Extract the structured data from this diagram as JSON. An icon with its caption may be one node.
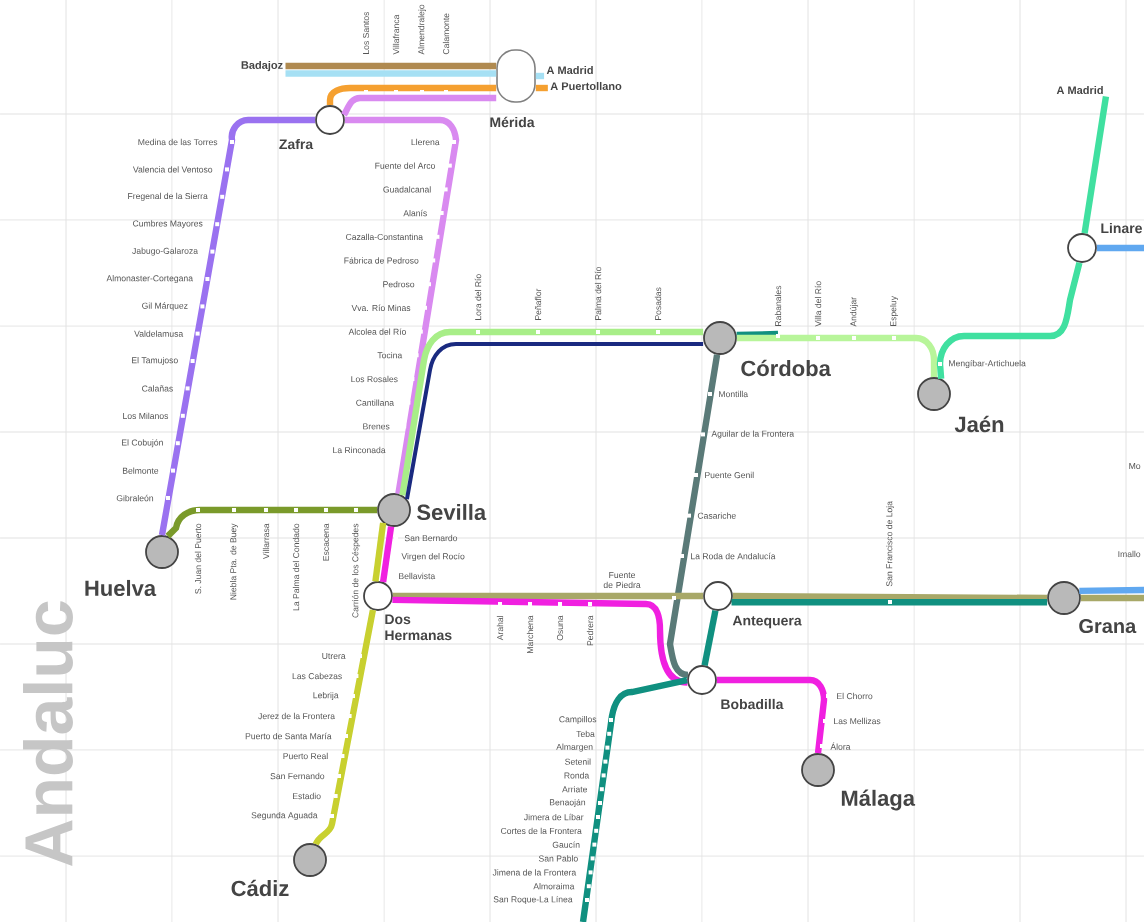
{
  "diagram": {
    "nodes": [
      {
        "text": [
          "Badajoz"
        ]
      },
      {
        "text": [
          "Mérida"
        ]
      },
      {
        "text": [
          "A Madrid"
        ]
      },
      {
        "text": [
          "A Puertollano"
        ]
      },
      {
        "text": [
          "Zafra"
        ]
      },
      {
        "text": [
          "Huelva"
        ]
      },
      {
        "text": [
          "Sevilla"
        ]
      },
      {
        "text": [
          "Dos Hermanas"
        ]
      },
      {
        "text": [
          "Cádiz"
        ]
      },
      {
        "text": [
          "Córdoba"
        ]
      },
      {
        "text": [
          "Jaén"
        ]
      },
      {
        "text": [
          "Linare"
        ]
      },
      {
        "text": [
          "A Madrid"
        ]
      },
      {
        "text": [
          "Antequera"
        ]
      },
      {
        "text": [
          "Bobadilla"
        ]
      },
      {
        "text": [
          "Málaga"
        ]
      },
      {
        "text": [
          "Grana"
        ]
      },
      {
        "text": [
          "Rabanales"
        ]
      }
    ],
    "edges": [
      {
        "from": 0,
        "to": 1,
        "arrow": "none",
        "color": "#b08a50"
      },
      {
        "from": 0,
        "to": 1,
        "arrow": "none",
        "color": "#a6e0f4"
      },
      {
        "from": 1,
        "to": 2,
        "arrow": "none",
        "color": "#a6e0f4"
      },
      {
        "from": 4,
        "to": 1,
        "arrow": "none",
        "color": "#f5a030"
      },
      {
        "from": 1,
        "to": 3,
        "arrow": "none",
        "color": "#f5a030"
      },
      {
        "from": 4,
        "to": 1,
        "arrow": "none",
        "color": "#d98af0"
      },
      {
        "from": 4,
        "to": 5,
        "arrow": "none",
        "color": "#9a72f0"
      },
      {
        "from": 4,
        "to": 6,
        "arrow": "none",
        "color": "#d98af0"
      },
      {
        "from": 5,
        "to": 6,
        "arrow": "none",
        "color": "#7a9a2a"
      },
      {
        "from": 6,
        "to": 9,
        "arrow": "none",
        "color": "#a8ee88"
      },
      {
        "from": 6,
        "to": 9,
        "arrow": "none",
        "color": "#1a2a80"
      },
      {
        "from": 9,
        "to": 17,
        "arrow": "none",
        "color": "#109080"
      },
      {
        "from": 9,
        "to": 10,
        "arrow": "none",
        "color": "#b8f59a"
      },
      {
        "from": 10,
        "to": 11,
        "arrow": "none",
        "color": "#40e0a0"
      },
      {
        "from": 11,
        "to": 12,
        "arrow": "none",
        "color": "#40e0a0"
      },
      {
        "from": 11,
        "to": null,
        "arrow": "none",
        "color": "#60a8f0"
      },
      {
        "from": 9,
        "to": 14,
        "arrow": "none",
        "color": "#5a7a78"
      },
      {
        "from": 6,
        "to": 7,
        "arrow": "none",
        "color": "#f020e0"
      },
      {
        "from": 6,
        "to": 7,
        "arrow": "none",
        "color": "#c8d030"
      },
      {
        "from": 7,
        "to": 8,
        "arrow": "none",
        "color": "#c8d030"
      },
      {
        "from": 7,
        "to": 13,
        "arrow": "none",
        "color": "#a8a868"
      },
      {
        "from": 7,
        "to": 14,
        "arrow": "none",
        "color": "#f020e0"
      },
      {
        "from": 13,
        "to": 16,
        "arrow": "none",
        "color": "#a8a868"
      },
      {
        "from": 13,
        "to": 16,
        "arrow": "none",
        "color": "#109080"
      },
      {
        "from": 13,
        "to": 14,
        "arrow": "none",
        "color": "#109080"
      },
      {
        "from": 14,
        "to": 15,
        "arrow": "none",
        "color": "#f020e0"
      },
      {
        "from": 14,
        "to": null,
        "arrow": "none",
        "color": "#109080"
      },
      {
        "from": 16,
        "to": null,
        "arrow": "none",
        "color": "#60a8f0"
      },
      {
        "from": 16,
        "to": null,
        "arrow": "none",
        "color": "#a8a868"
      }
    ],
    "labels": [
      "Los Santos",
      "Villafranca",
      "Almendralejo",
      "Calamonte",
      "Medina de las Torres",
      "Valencia del Ventoso",
      "Fregenal de la Sierra",
      "Cumbres Mayores",
      "Jabugo-Galaroza",
      "Almonaster-Cortegana",
      "Gil Márquez",
      "Valdelamusa",
      "El Tamujoso",
      "Calañas",
      "Los Milanos",
      "El Cobujón",
      "Belmonte",
      "Gibraleón",
      "Llerena",
      "Fuente del Arco",
      "Guadalcanal",
      "Alanís",
      "Cazalla-Constantina",
      "Fábrica de Pedroso",
      "Pedroso",
      "Vva. Río Minas",
      "Alcolea del Río",
      "Tocina",
      "Los Rosales",
      "Cantillana",
      "Brenes",
      "La Rinconada",
      "Lora del Río",
      "Peñaflor",
      "Palma del Río",
      "Posadas",
      "Villa del Río",
      "Andújar",
      "Espeluy",
      "Mengíbar-Artichuela",
      "S. Juan del Puerto",
      "Niebla Pta. de Buey",
      "Villarrasa",
      "La Palma del Condado",
      "Escacena",
      "Carrión de los Céspedes",
      "San Bernardo",
      "Virgen del Rocío",
      "Bellavista",
      "Arahal",
      "Marchena",
      "Osuna",
      "Pedrera",
      "Fuente de Piedra",
      "Montilla",
      "Aguilar de la Frontera",
      "Puente Genil",
      "Casariche",
      "La Roda de Andalucía",
      "San Francisco de Loja",
      "El Chorro",
      "Las Mellizas",
      "Álora",
      "Campillos",
      "Teba",
      "Almargen",
      "Setenil",
      "Ronda",
      "Arriate",
      "Benaoján",
      "Jimera de Líbar",
      "Cortes de la Frontera",
      "Gaucín",
      "San Pablo",
      "Jimena de la Frontera",
      "Almoraima",
      "San Roque-La Línea",
      "Utrera",
      "Las Cabezas",
      "Lebrija",
      "Jerez de la Frontera",
      "Puerto de Santa María",
      "Puerto Real",
      "San Fernando",
      "Estadio",
      "Segunda Aguada",
      "Mo",
      "Imallo",
      "Andaluc"
    ]
  }
}
